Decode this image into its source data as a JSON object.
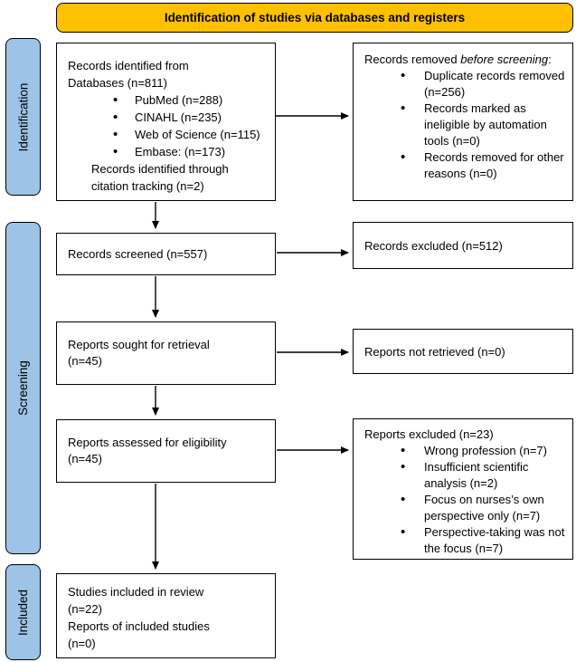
{
  "banner": {
    "title": "Identification of studies via databases and registers"
  },
  "colors": {
    "banner_fill": "#FFC000",
    "stage_fill": "#9DC3E6",
    "box_border": "#000000",
    "background": "#FFFFFF"
  },
  "stages": {
    "identification": "Identification",
    "screening": "Screening",
    "included": "Included"
  },
  "boxes": {
    "records_identified": {
      "intro_line1": "Records identified from",
      "intro_line2": "Databases (n=811)",
      "bullets": [
        "PubMed (n=288)",
        "CINAHL (n=235)",
        "Web of Science (n=115)",
        "Embase: (n=173)"
      ],
      "outro_line1": "Records identified through",
      "outro_line2": "citation tracking (n=2)"
    },
    "records_removed": {
      "intro_prefix": "Records removed ",
      "intro_italic": "before screening",
      "intro_suffix": ":",
      "bullets": [
        "Duplicate records removed (n=256)",
        "Records marked as ineligible by automation tools (n=0)",
        "Records removed for other reasons (n=0)"
      ]
    },
    "records_screened": {
      "text": "Records screened (n=557)"
    },
    "records_excluded": {
      "text": "Records excluded (n=512)"
    },
    "reports_sought": {
      "line1": "Reports sought for retrieval",
      "line2": "(n=45)"
    },
    "reports_not_retrieved": {
      "text": "Reports not retrieved (n=0)"
    },
    "reports_assessed": {
      "line1": "Reports assessed for eligibility",
      "line2": "(n=45)"
    },
    "reports_excluded": {
      "title": "Reports excluded (n=23)",
      "bullets": [
        "Wrong profession (n=7)",
        "Insufficient scientific analysis (n=2)",
        "Focus on nurses’s own perspective only (n=7)",
        "Perspective-taking was not the focus (n=7)"
      ]
    },
    "studies_included": {
      "line1": "Studies included in review",
      "line2": "(n=22)",
      "line3": "Reports of included studies",
      "line4": "(n=0)"
    }
  }
}
